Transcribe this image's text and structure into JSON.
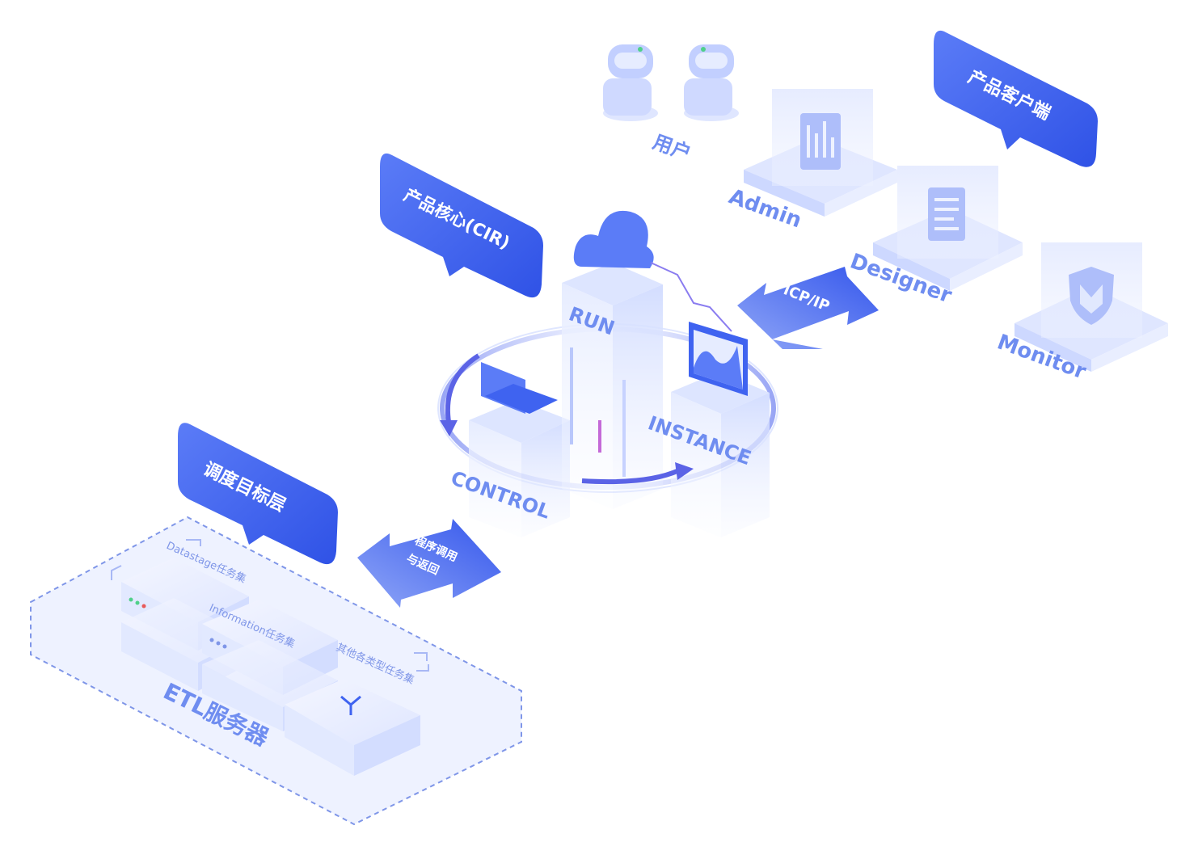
{
  "callouts": {
    "client": "产品客户端",
    "core": "产品核心(CIR)",
    "target": "调度目标层"
  },
  "users": {
    "label": "用户"
  },
  "clients": {
    "admin": "Admin",
    "designer": "Designer",
    "monitor": "Monitor"
  },
  "core": {
    "run": "RUN",
    "control": "CONTROL",
    "instance": "INSTANCE"
  },
  "links": {
    "icp": "ICP/IP",
    "call_line1": "程序调用",
    "call_line2": "与返回"
  },
  "etl": {
    "title": "ETL服务器",
    "task1": "Datastage任务集",
    "task2": "Information任务集",
    "task3": "其他各类型任务集"
  },
  "colors": {
    "accent": "#3f63f0",
    "label": "#6f8df0",
    "panel": "#e9efff"
  }
}
